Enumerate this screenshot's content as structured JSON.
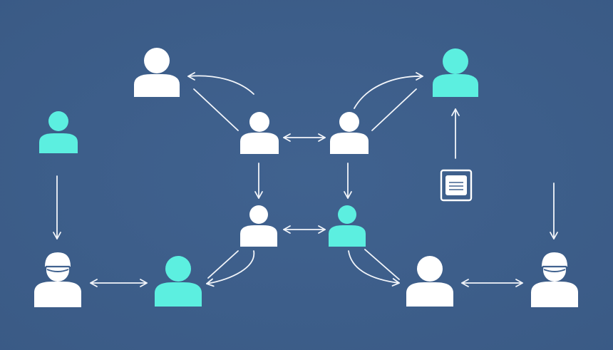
{
  "colors": {
    "background": "#40628F",
    "background_edge": "#3A5A85",
    "person_white": "#FFFFFF",
    "person_teal": "#5CEFE0",
    "arrow": "#F2F5FA"
  },
  "nodes": [
    {
      "id": "person-top-left",
      "icon": "person-icon",
      "color": "white"
    },
    {
      "id": "person-top-right",
      "icon": "person-icon",
      "color": "teal"
    },
    {
      "id": "person-mid-left",
      "icon": "person-icon",
      "color": "teal"
    },
    {
      "id": "person-center-top-left",
      "icon": "person-icon",
      "color": "white"
    },
    {
      "id": "person-center-top-right",
      "icon": "person-icon",
      "color": "white"
    },
    {
      "id": "person-center-bottom-left",
      "icon": "person-icon",
      "color": "white"
    },
    {
      "id": "person-center-bottom-right",
      "icon": "person-icon",
      "color": "teal"
    },
    {
      "id": "nurse-bottom-left",
      "icon": "nurse-icon",
      "color": "white"
    },
    {
      "id": "person-bottom-left-center",
      "icon": "person-icon",
      "color": "teal"
    },
    {
      "id": "person-bottom-right-center",
      "icon": "person-icon",
      "color": "white"
    },
    {
      "id": "nurse-bottom-right",
      "icon": "nurse-icon",
      "color": "white"
    },
    {
      "id": "document",
      "icon": "document-icon",
      "color": "white"
    }
  ],
  "edges": [
    {
      "from": "person-center-top-left",
      "to": "person-top-left",
      "direction": "forward"
    },
    {
      "from": "person-center-top-right",
      "to": "person-top-right",
      "direction": "forward"
    },
    {
      "from": "person-center-top-left",
      "to": "person-center-top-right",
      "direction": "both"
    },
    {
      "from": "person-center-top-left",
      "to": "person-center-bottom-left",
      "direction": "forward"
    },
    {
      "from": "person-center-top-right",
      "to": "person-center-bottom-right",
      "direction": "forward"
    },
    {
      "from": "person-center-bottom-left",
      "to": "person-center-bottom-right",
      "direction": "both"
    },
    {
      "from": "person-center-bottom-left",
      "to": "person-bottom-left-center",
      "direction": "forward"
    },
    {
      "from": "person-center-bottom-right",
      "to": "person-bottom-right-center",
      "direction": "forward"
    },
    {
      "from": "person-mid-left",
      "to": "nurse-bottom-left",
      "direction": "forward"
    },
    {
      "from": "nurse-bottom-left",
      "to": "person-bottom-left-center",
      "direction": "both"
    },
    {
      "from": "person-bottom-right-center",
      "to": "nurse-bottom-right",
      "direction": "both"
    },
    {
      "from": "document",
      "to": "person-top-right",
      "direction": "forward"
    },
    {
      "from": "top-right-area",
      "to": "nurse-bottom-right",
      "direction": "forward"
    }
  ]
}
